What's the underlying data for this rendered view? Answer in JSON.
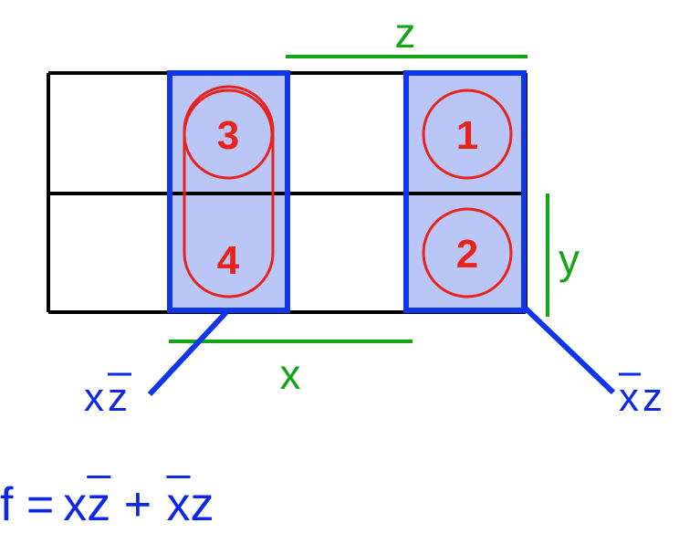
{
  "map": {
    "cells": [
      {
        "number": "3",
        "row": 0,
        "col": 1
      },
      {
        "number": "1",
        "row": 0,
        "col": 3
      },
      {
        "number": "4",
        "row": 1,
        "col": 1
      },
      {
        "number": "2",
        "row": 1,
        "col": 3
      }
    ],
    "labels": {
      "z": "z",
      "x": "x",
      "y": "y"
    },
    "terms": {
      "left": {
        "var1": "x",
        "var2": "z"
      },
      "right": {
        "var1": "x",
        "var2": "z"
      }
    }
  },
  "formula": {
    "lhs": "f =",
    "t1_a": "x",
    "t1_b": "z",
    "op": "+",
    "t2_a": "x",
    "t2_b": "z"
  },
  "colors": {
    "grid": "#000000",
    "group_fill": "#bac6f5",
    "group_border": "#0f36ea",
    "circle": "#e8221c",
    "number": "#e8221c",
    "axis": "#12a515",
    "term": "#0f36ea"
  }
}
